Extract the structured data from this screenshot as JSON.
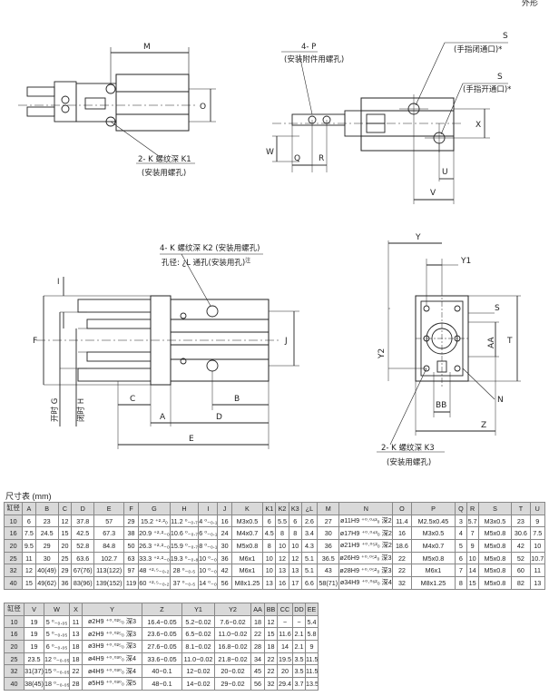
{
  "corner_mark": "外形",
  "view1": {
    "labels": {
      "m": "M",
      "o": "O",
      "k1_note": "2- K 螺纹深 K1",
      "k1_note2": "(安装用螺孔)"
    }
  },
  "view2": {
    "labels": {
      "p_note": "4- P",
      "p_note2": "(安装附件用螺孔)",
      "s1": "S",
      "s1_note": "(手指闭通口)*",
      "s2": "S",
      "s2_note": "(手指开通口)*",
      "x": "X",
      "w": "W",
      "q": "Q",
      "r": "R",
      "u": "U",
      "v": "V"
    }
  },
  "view3": {
    "labels": {
      "k2_note": "4- K 螺纹深 K2 (安装用螺孔)",
      "l_note": "孔径: ¿L 通孔(安装用孔)",
      "l_note_sup": "注",
      "i": "I",
      "f": "F",
      "g": "开时 G",
      "h": "闭时 H",
      "j": "J",
      "c": "C",
      "b": "B",
      "a": "A",
      "d": "D",
      "e": "E"
    }
  },
  "view4": {
    "labels": {
      "y": "Y",
      "y1": "Y1",
      "s": "S",
      "y2": "Y2",
      "aa": "AA",
      "t": "T",
      "bb": "BB",
      "n": "N",
      "z": "Z",
      "k3_note": "2- K 螺纹深 K3",
      "k3_note2": "(安装用螺孔)"
    }
  },
  "table_title": "尺寸表 (mm)",
  "table1": {
    "headers": [
      "缸径",
      "A",
      "B",
      "C",
      "D",
      "E",
      "F",
      "G",
      "H",
      "I",
      "J",
      "K",
      "K1",
      "K2",
      "K3",
      "¿L",
      "M",
      "N",
      "O",
      "P",
      "Q",
      "R",
      "S",
      "T",
      "U"
    ],
    "rows": [
      [
        "10",
        "6",
        "23",
        "12",
        "37.8",
        "57",
        "29",
        "15.2 ⁺²·²₀",
        "11.2 ⁰₋₀.₇",
        "4 ⁰₋₀.₁",
        "16",
        "M3x0.5",
        "6",
        "5.5",
        "6",
        "2.6",
        "27",
        "ø11H9 ⁺⁰·⁰⁴³₀ 深2",
        "11.4",
        "M2.5x0.45",
        "3",
        "5.7",
        "M3x0.5",
        "23",
        "9"
      ],
      [
        "16",
        "7.5",
        "24.5",
        "15",
        "42.5",
        "67.3",
        "38",
        "20.9 ⁺²·²₋₀.₂",
        "10.6 ⁰₋₀.₇",
        "6 ⁰₋₀.₁",
        "24",
        "M4x0.7",
        "4.5",
        "8",
        "8",
        "3.4",
        "30",
        "ø17H9 ⁺⁰·⁰⁴³₀ 深2",
        "16",
        "M3x0.5",
        "4",
        "7",
        "M5x0.8",
        "30.6",
        "7.5"
      ],
      [
        "20",
        "9.5",
        "29",
        "20",
        "52.8",
        "84.8",
        "50",
        "26.3 ⁺²·²₋₀.₂",
        "15.9 ⁰₋₀.₇",
        "8 ⁰₋₀.₁",
        "30",
        "M5x0.8",
        "8",
        "10",
        "10",
        "4.3",
        "36",
        "ø21H9 ⁺⁰·⁰⁵²₀ 深2",
        "18.6",
        "M4x0.7",
        "5",
        "9",
        "M5x0.8",
        "42",
        "10"
      ],
      [
        "25",
        "11",
        "30",
        "25",
        "63.6",
        "102.7",
        "63",
        "33.3 ⁺²·²₋₀.₂",
        "19.3 ⁰₋₀.₈",
        "10 ⁰₋₀.₁",
        "36",
        "M6x1",
        "10",
        "12",
        "12",
        "5.1",
        "36.5",
        "ø26H9 ⁺⁰·⁰⁵²₀ 深3.5",
        "22",
        "M5x0.8",
        "6",
        "10",
        "M5x0.8",
        "52",
        "10.7"
      ],
      [
        "32",
        "12",
        "40(49)",
        "29",
        "67(76)",
        "113(122)",
        "97",
        "48 ⁺²·⁵₋₀.₂",
        "28 ⁰₋₀.₅",
        "10 ⁰₋₀.₁",
        "42",
        "M6x1",
        "10",
        "13",
        "13",
        "5.1",
        "43",
        "ø28H9 ⁺⁰·⁰⁵²₀ 深3.5",
        "22",
        "M6x1",
        "7",
        "14",
        "M5x0.8",
        "60",
        "11"
      ],
      [
        "40",
        "15",
        "49(62)",
        "36",
        "83(96)",
        "139(152)",
        "119",
        "60 ⁺²·⁵₋₀.₂",
        "37 ⁰₋₀.₅",
        "14 ⁰₋₀.₁",
        "56",
        "M8x1.25",
        "13",
        "16",
        "17",
        "6.6",
        "58(71)",
        "ø34H9 ⁺⁰·⁰⁶²₀ 深4",
        "32",
        "M8x1.25",
        "8",
        "15",
        "M5x0.8",
        "82",
        "13"
      ]
    ]
  },
  "table2": {
    "headers": [
      "缸径",
      "V",
      "W",
      "X",
      "Y",
      "Z",
      "Y1",
      "Y2",
      "AA",
      "BB",
      "CC",
      "DD",
      "EE"
    ],
    "rows": [
      [
        "10",
        "19",
        "5 ⁰₋₀.₀₅",
        "11",
        "ø2H9 ⁺⁰·⁰²⁵₀ 深3",
        "16.4−0.05",
        "5.2−0.02",
        "7.6−0.02",
        "18",
        "12",
        "−",
        "−",
        "5.4"
      ],
      [
        "16",
        "19",
        "5 ⁰₋₀.₀₅",
        "13",
        "ø2H9 ⁺⁰·⁰²⁵₀ 深3",
        "23.6−0.05",
        "6.5−0.02",
        "11.0−0.02",
        "22",
        "15",
        "11.6",
        "2.1",
        "5.8"
      ],
      [
        "20",
        "19",
        "6 ⁰₋₀.₀₅",
        "18",
        "ø3H9 ⁺⁰·⁰²⁵₀ 深3",
        "27.6−0.05",
        "8.1−0.02",
        "16.8−0.02",
        "28",
        "18",
        "14",
        "2.1",
        "9"
      ],
      [
        "25",
        "23.5",
        "12 ⁰₋₀.₀₅",
        "18",
        "ø4H9 ⁺⁰·⁰³⁰₀ 深4",
        "33.6−0.05",
        "11.0−0.02",
        "21.8−0.02",
        "34",
        "22",
        "19.5",
        "3.5",
        "11.5"
      ],
      [
        "32",
        "31(37)",
        "15 ⁰₋₀.₀₅",
        "22",
        "ø4H9 ⁺⁰·⁰³⁰₀ 深4",
        "40−0.1",
        "12−0.02",
        "20−0.02",
        "45",
        "22",
        "20",
        "3.5",
        "11.5"
      ],
      [
        "40",
        "38(45)",
        "18 ⁰₋₀.₀₅",
        "28",
        "ø5H9 ⁺⁰·⁰³⁰₀ 深5",
        "48−0.1",
        "14−0.02",
        "29−0.02",
        "56",
        "32",
        "29.4",
        "3.7",
        "13.5"
      ]
    ]
  }
}
